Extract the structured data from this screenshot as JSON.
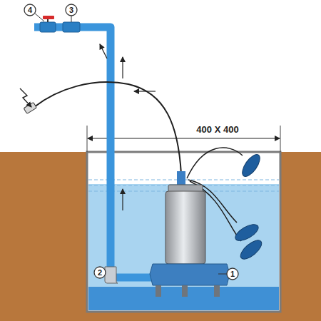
{
  "diagram": {
    "labels": [
      "4",
      "3",
      "400 X 400",
      "2",
      "1"
    ]
  }
}
